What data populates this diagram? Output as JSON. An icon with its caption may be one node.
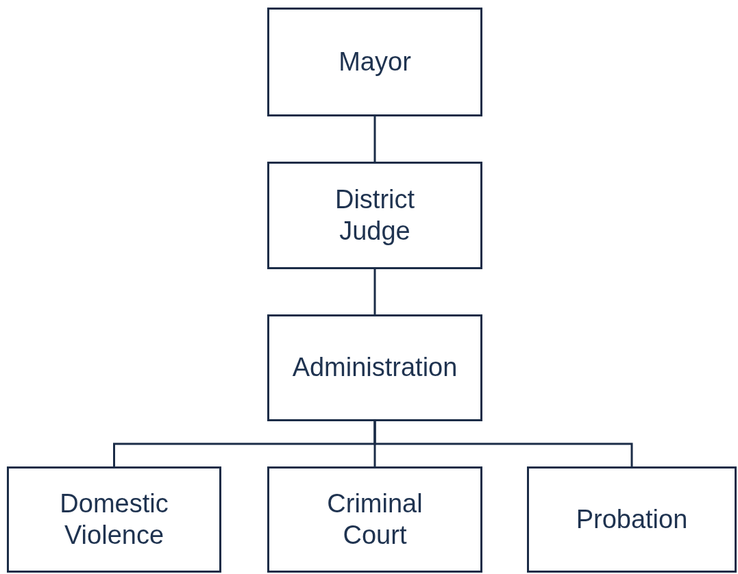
{
  "diagram": {
    "nodes": [
      {
        "text": [
          "Mayor"
        ]
      },
      {
        "text": [
          "District Judge"
        ]
      },
      {
        "text": [
          "Administration"
        ]
      },
      {
        "text": [
          "Domestic Violence"
        ]
      },
      {
        "text": [
          "Criminal Court"
        ]
      },
      {
        "text": [
          "Probation"
        ]
      }
    ],
    "edges": [
      {
        "from": 0,
        "to": 1,
        "arrow": "none"
      },
      {
        "from": 1,
        "to": 2,
        "arrow": "none"
      },
      {
        "from": 2,
        "to": 3,
        "arrow": "none"
      },
      {
        "from": 2,
        "to": 4,
        "arrow": "none"
      },
      {
        "from": 2,
        "to": 5,
        "arrow": "none"
      }
    ]
  }
}
